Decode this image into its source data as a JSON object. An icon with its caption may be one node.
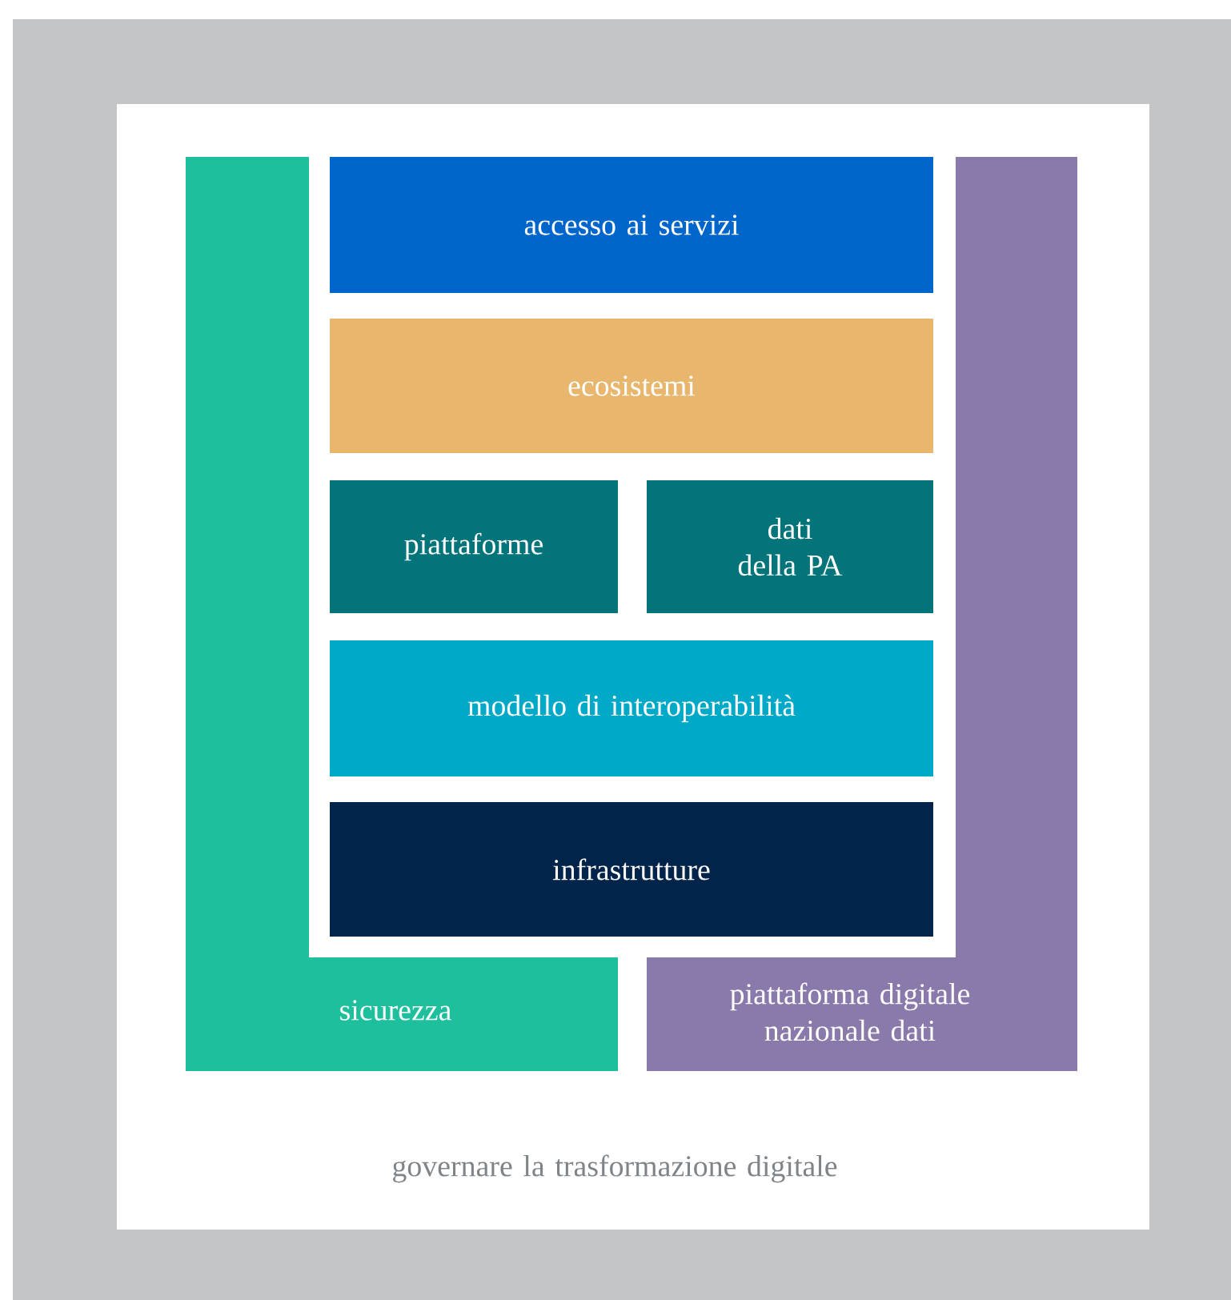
{
  "diagram": {
    "nodes": [
      {
        "text": [
          "governare la trasformazione digitale"
        ]
      },
      {
        "text": [
          "accesso ai servizi"
        ],
        "in": 0
      },
      {
        "text": [
          "ecosistemi"
        ],
        "in": 0
      },
      {
        "text": [
          "piattaforme"
        ],
        "in": 0
      },
      {
        "text": [
          "dati della PA"
        ],
        "in": 0
      },
      {
        "text": [
          "modello di interoperabilità"
        ],
        "in": 0
      },
      {
        "text": [
          "infrastrutture"
        ],
        "in": 0
      },
      {
        "text": [
          "sicurezza"
        ],
        "in": 0
      },
      {
        "text": [
          "piattaforma digitale nazionale dati"
        ],
        "in": 0
      }
    ]
  }
}
